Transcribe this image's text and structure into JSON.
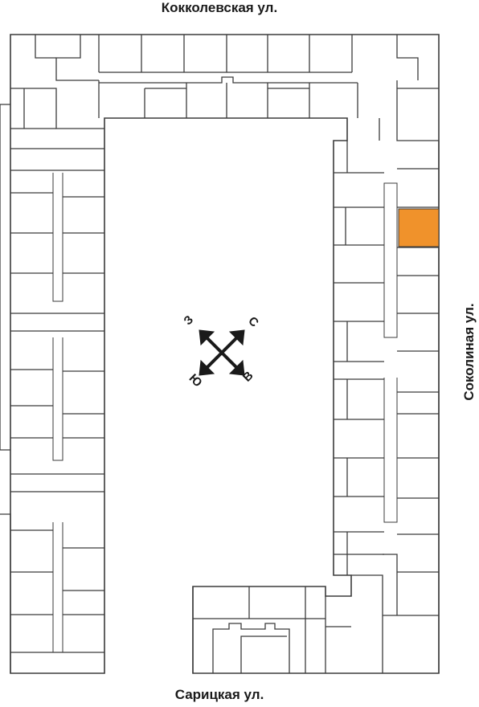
{
  "streets": {
    "north": "Кокколевская ул.",
    "east": "Соколиная ул.",
    "south": "Сарицкая ул."
  },
  "compass": {
    "north": "С",
    "east": "В",
    "south": "Ю",
    "west": "З"
  },
  "colors": {
    "highlight": "#f0922b",
    "walls": "#3b3b3b",
    "background": "#ffffff"
  },
  "highlighted_unit": {
    "wing": "east"
  }
}
